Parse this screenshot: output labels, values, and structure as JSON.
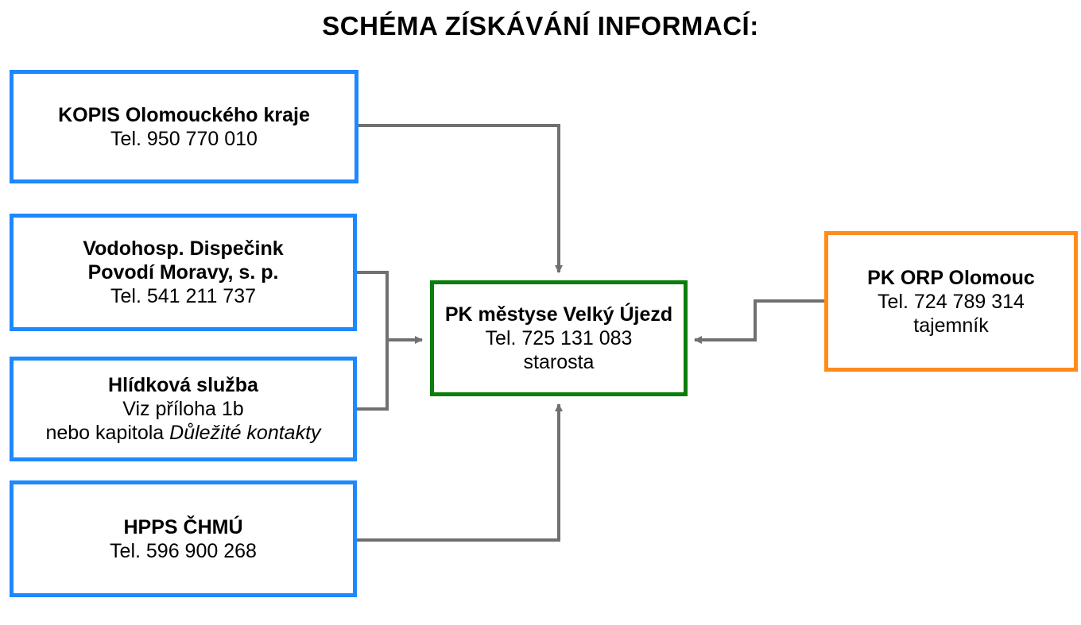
{
  "title": "SCHÉMA ZÍSKÁVÁNÍ INFORMACÍ:",
  "colors": {
    "source_border": "#1e88ff",
    "center_border": "#0a7d0a",
    "orp_border": "#ff8c1a",
    "connector": "#707070"
  },
  "sources": {
    "kopis": {
      "name": "KOPIS Olomouckého kraje",
      "phone": "Tel. 950 770 010"
    },
    "vodohosp": {
      "name_line1": "Vodohosp. Dispečink",
      "name_line2": "Povodí Moravy, s. p.",
      "phone": "Tel. 541 211 737"
    },
    "hlidkova": {
      "name": "Hlídková služba",
      "line2": "Viz příloha 1b",
      "line3_prefix": "nebo kapitola ",
      "line3_italic": "Důležité kontakty"
    },
    "hpps": {
      "name": "HPPS ČHMÚ",
      "phone": "Tel. 596 900 268"
    }
  },
  "center": {
    "name": "PK městyse Velký Újezd",
    "phone": "Tel. 725 131 083",
    "role": "starosta"
  },
  "orp": {
    "name": "PK ORP Olomouc",
    "phone": "Tel. 724 789 314",
    "role": "tajemník"
  }
}
